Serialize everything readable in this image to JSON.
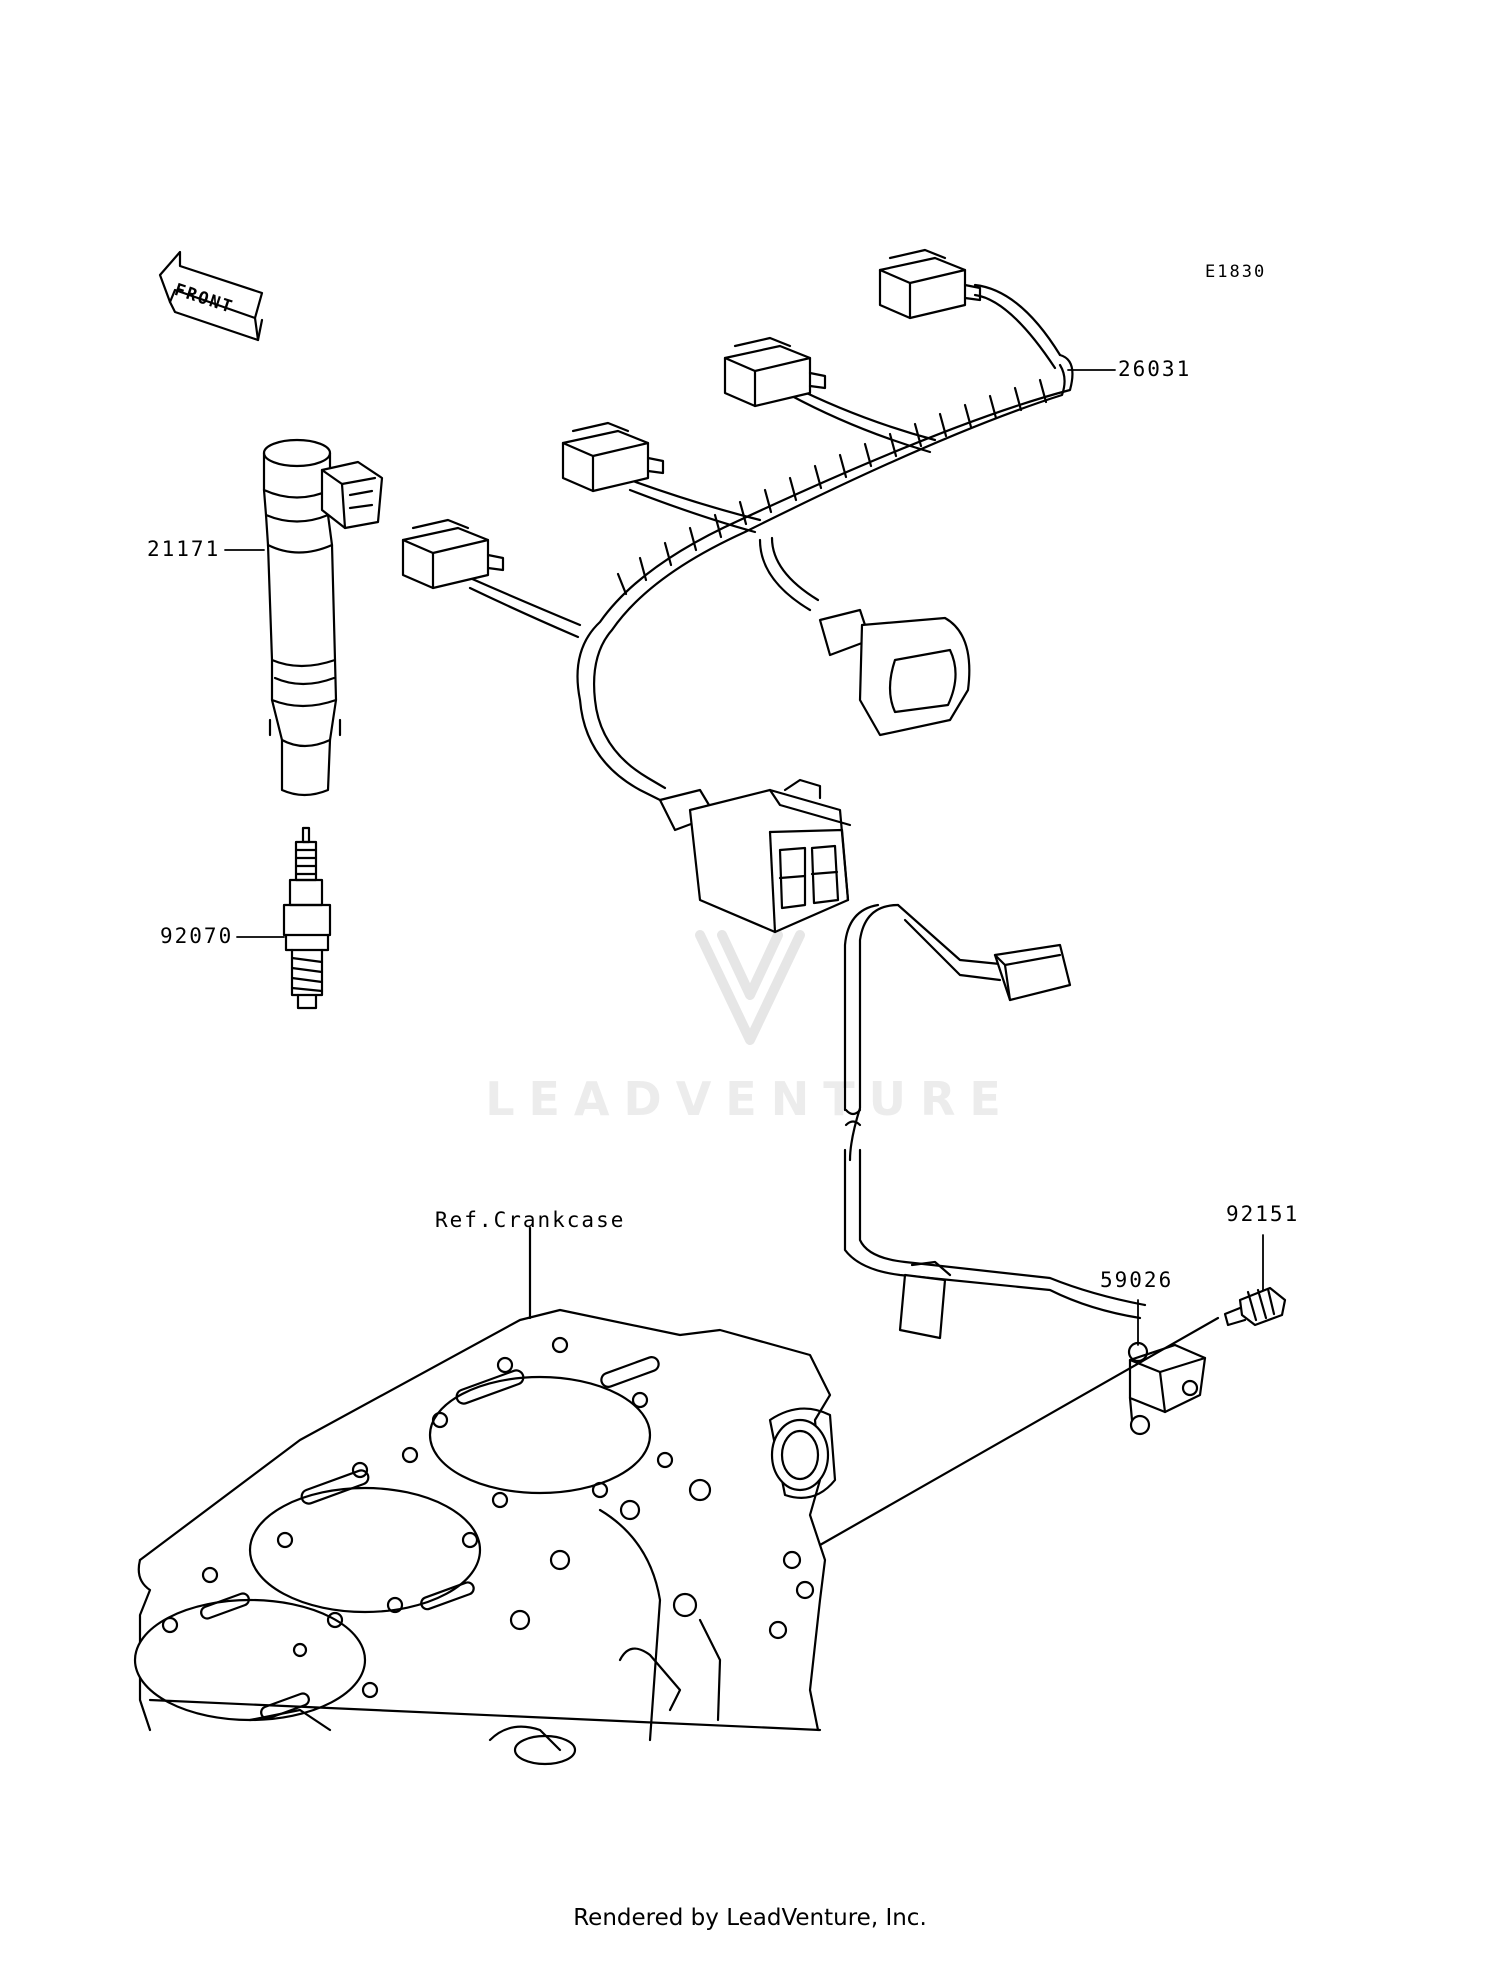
{
  "diagram_code": "E1830",
  "front_label": "FRONT",
  "parts": {
    "ignition_coil": "21171",
    "spark_plug": "92070",
    "wiring_harness": "26031",
    "crankcase_ref": "Ref.Crankcase",
    "screw": "92151",
    "pickup_coil": "59026"
  },
  "watermark": "LEADVENTURE",
  "footer": "Rendered by LeadVenture, Inc."
}
